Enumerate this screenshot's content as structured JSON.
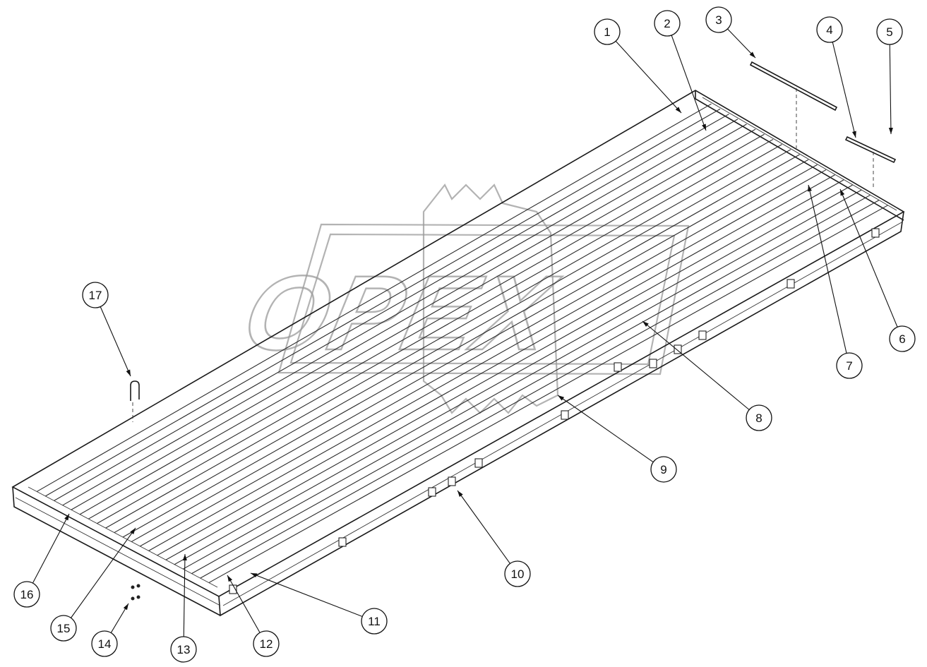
{
  "watermark": {
    "brand_text": "OPEX"
  },
  "callouts": [
    {
      "label": "1"
    },
    {
      "label": "2"
    },
    {
      "label": "3"
    },
    {
      "label": "4"
    },
    {
      "label": "5"
    },
    {
      "label": "6"
    },
    {
      "label": "7"
    },
    {
      "label": "8"
    },
    {
      "label": "9"
    },
    {
      "label": "10"
    },
    {
      "label": "11"
    },
    {
      "label": "12"
    },
    {
      "label": "13"
    },
    {
      "label": "14"
    },
    {
      "label": "15"
    },
    {
      "label": "16"
    },
    {
      "label": "17"
    }
  ]
}
